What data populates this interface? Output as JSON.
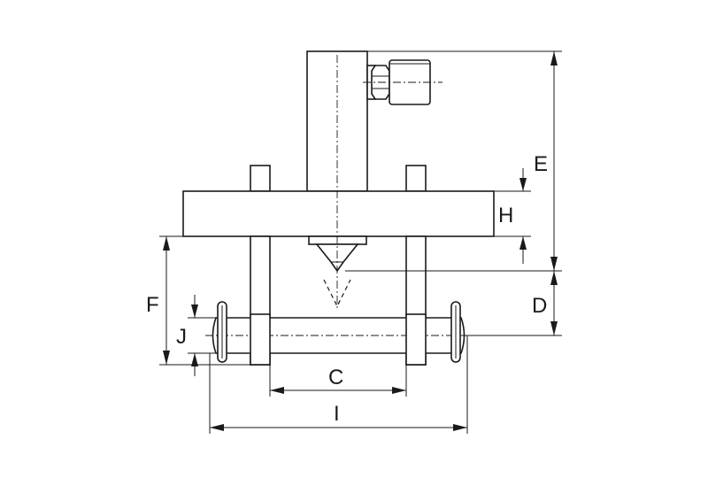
{
  "diagram": {
    "dimension_labels": {
      "E": "E",
      "H": "H",
      "D": "D",
      "F": "F",
      "J": "J",
      "C": "C",
      "I": "I"
    }
  }
}
